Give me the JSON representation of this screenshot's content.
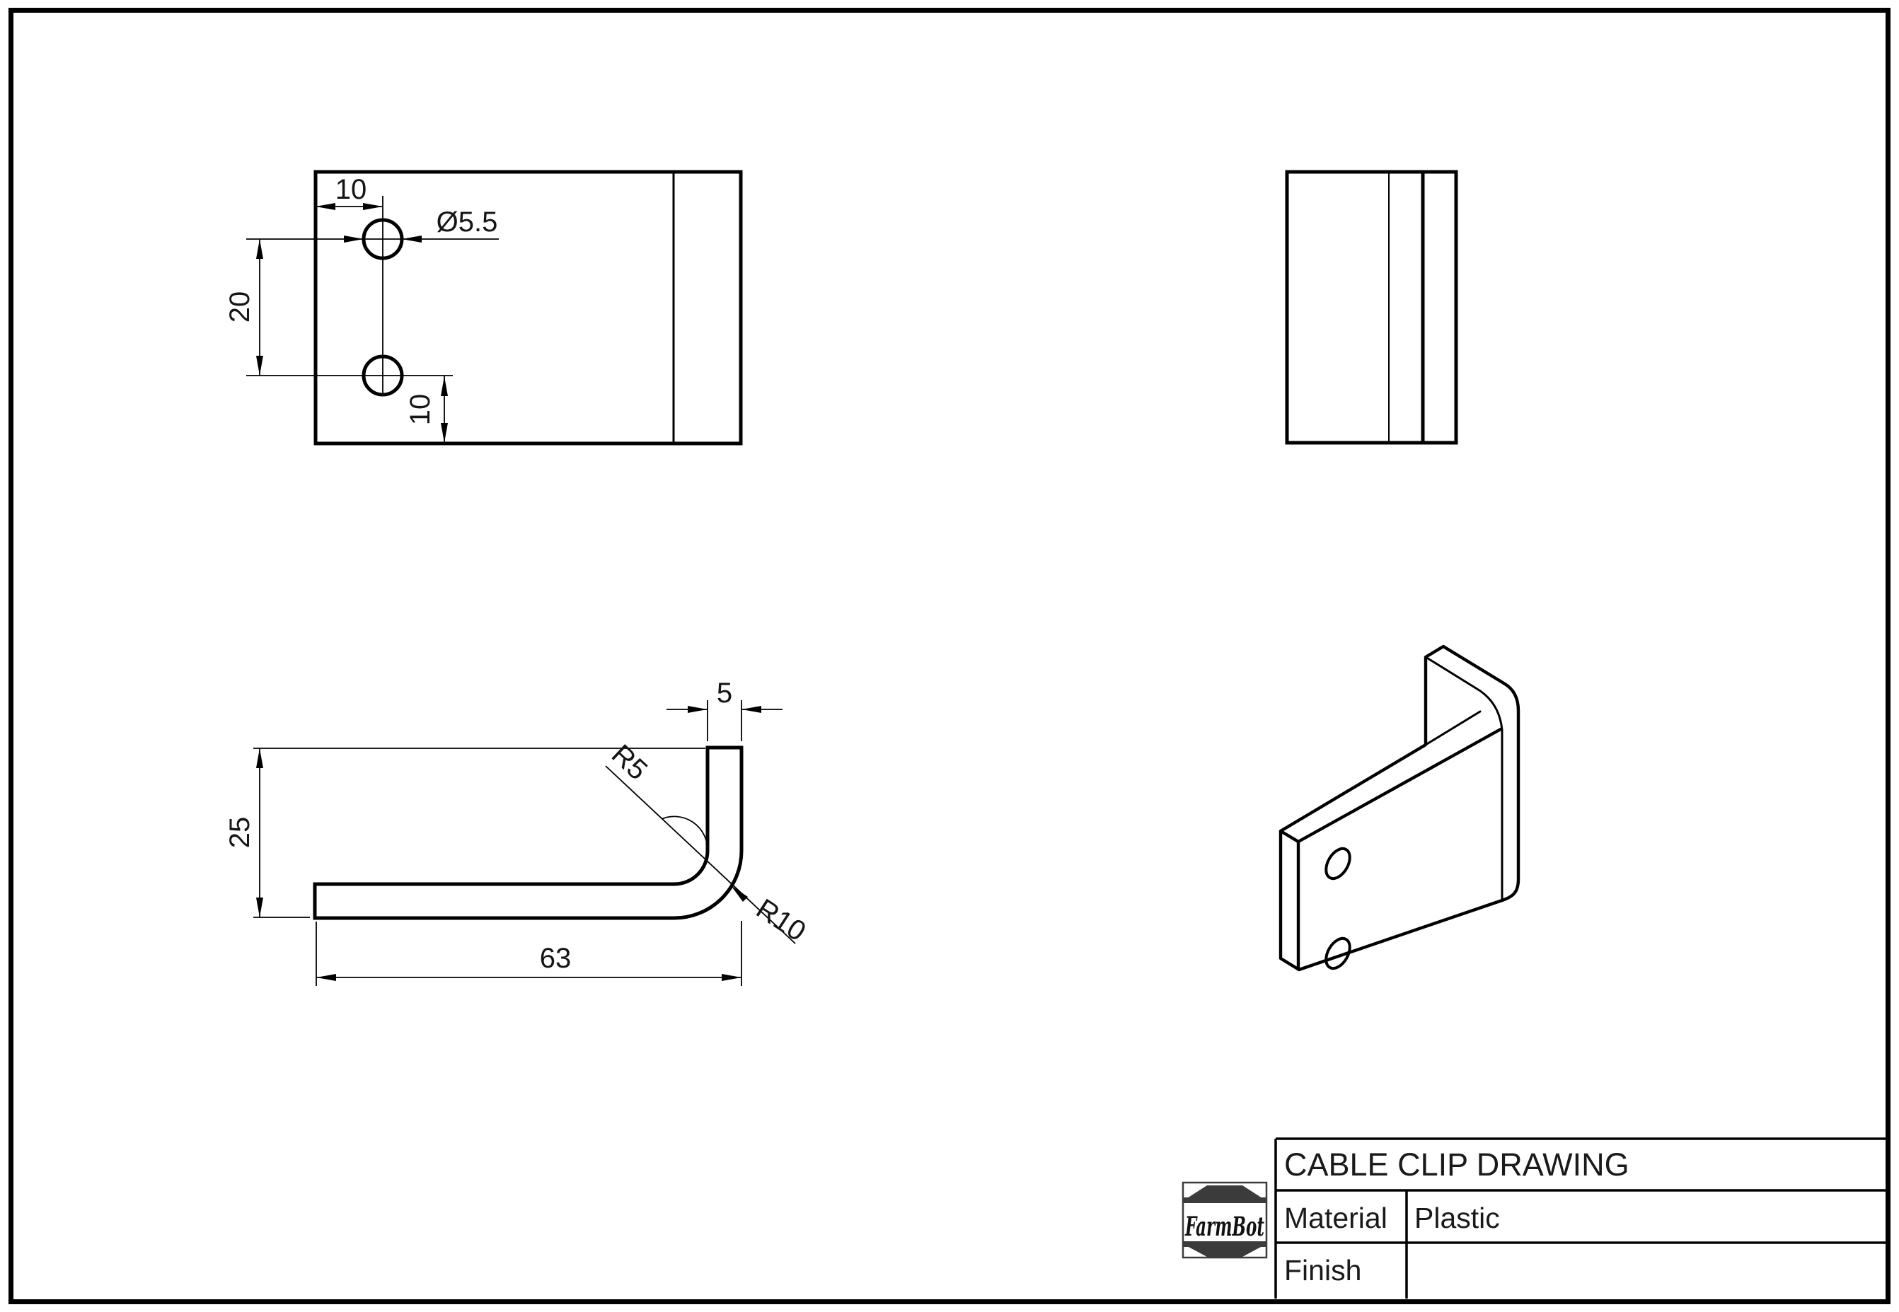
{
  "page": {
    "background": "#ffffff",
    "line_color": "#000000",
    "accent_dark": "#3b3b3b"
  },
  "title_block": {
    "title": "CABLE CLIP DRAWING",
    "material_label": "Material",
    "material_value": "Plastic",
    "finish_label": "Finish",
    "finish_value": "",
    "logo_text": "FarmBot"
  },
  "views": {
    "top_view": {
      "dim_edge_to_hole": "10",
      "dim_hole_diameter": "Ø5.5",
      "dim_hole_spacing": "20",
      "dim_hole_to_edge": "10"
    },
    "profile_view": {
      "dim_thickness": "5",
      "dim_height": "25",
      "dim_length": "63",
      "dim_inner_radius": "R5",
      "dim_outer_radius": "R10"
    }
  }
}
